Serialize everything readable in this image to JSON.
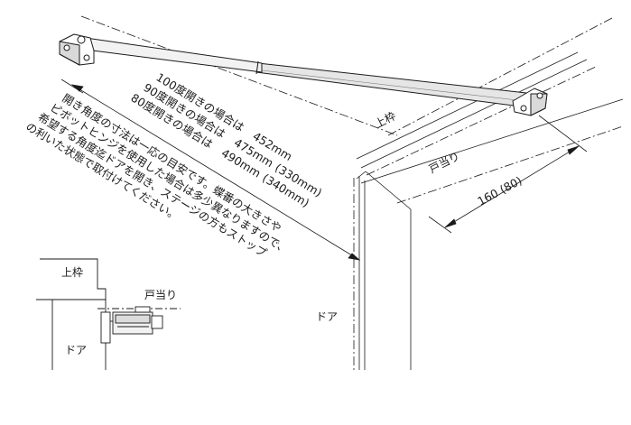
{
  "distances": [
    {
      "angle": "100度開きの場合は",
      "value": "452mm",
      "paren": ""
    },
    {
      "angle": "90度開きの場合は",
      "value": "475mm",
      "paren": "(330mm)"
    },
    {
      "angle": "80度開きの場合は",
      "value": "490mm",
      "paren": "(340mm)"
    }
  ],
  "notes": [
    "開き角度の寸法は一応の目安です。蝶番の大きさや",
    "ピボットヒンジを使用した場合は多少異なりますので、",
    "希望する角度迄ドアを開き、ステージの方もストップ",
    "の利いた状態で取付けてください。"
  ],
  "labels": {
    "upper_frame": "上枠",
    "door_stop": "戸当り",
    "door": "ドア",
    "dimension": "160 (80)"
  },
  "colors": {
    "line": "#1a1a1a",
    "rod": "#e8e8e8",
    "grey": "#555555"
  }
}
